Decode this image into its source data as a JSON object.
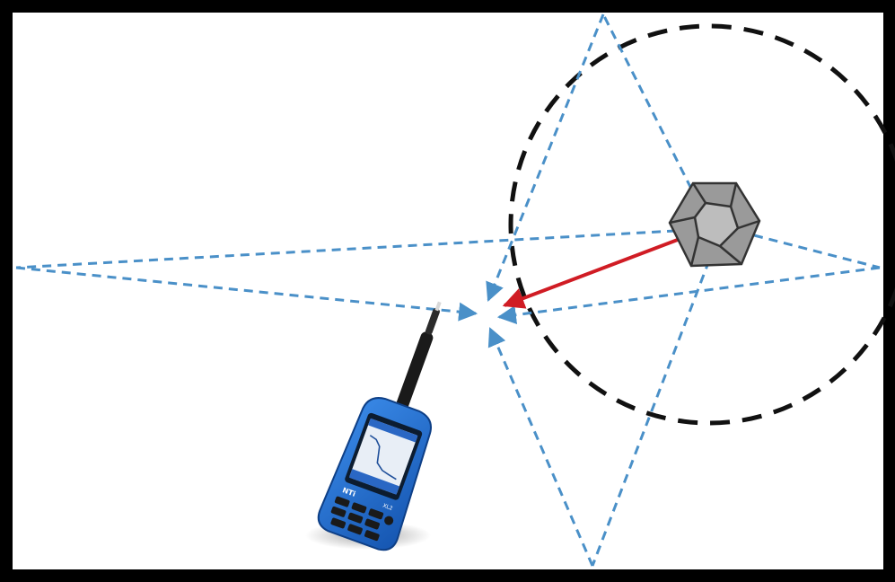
{
  "diagram": {
    "description_type": "sound-reflection-diagram",
    "colors": {
      "frame": "#000000",
      "background": "#ffffff",
      "reflection_path": "#4a90c8",
      "direct_path": "#d01c24",
      "distance_circle": "#111111",
      "source_body": "#9a9a9a",
      "meter_body": "#1f6fd1",
      "meter_screen": "#e8eef6"
    },
    "icons": {
      "source": "dodecahedron-loudspeaker-icon",
      "receiver": "sound-level-meter-icon"
    },
    "meter": {
      "brand_label": "NTi",
      "model_label": "XL2"
    }
  }
}
